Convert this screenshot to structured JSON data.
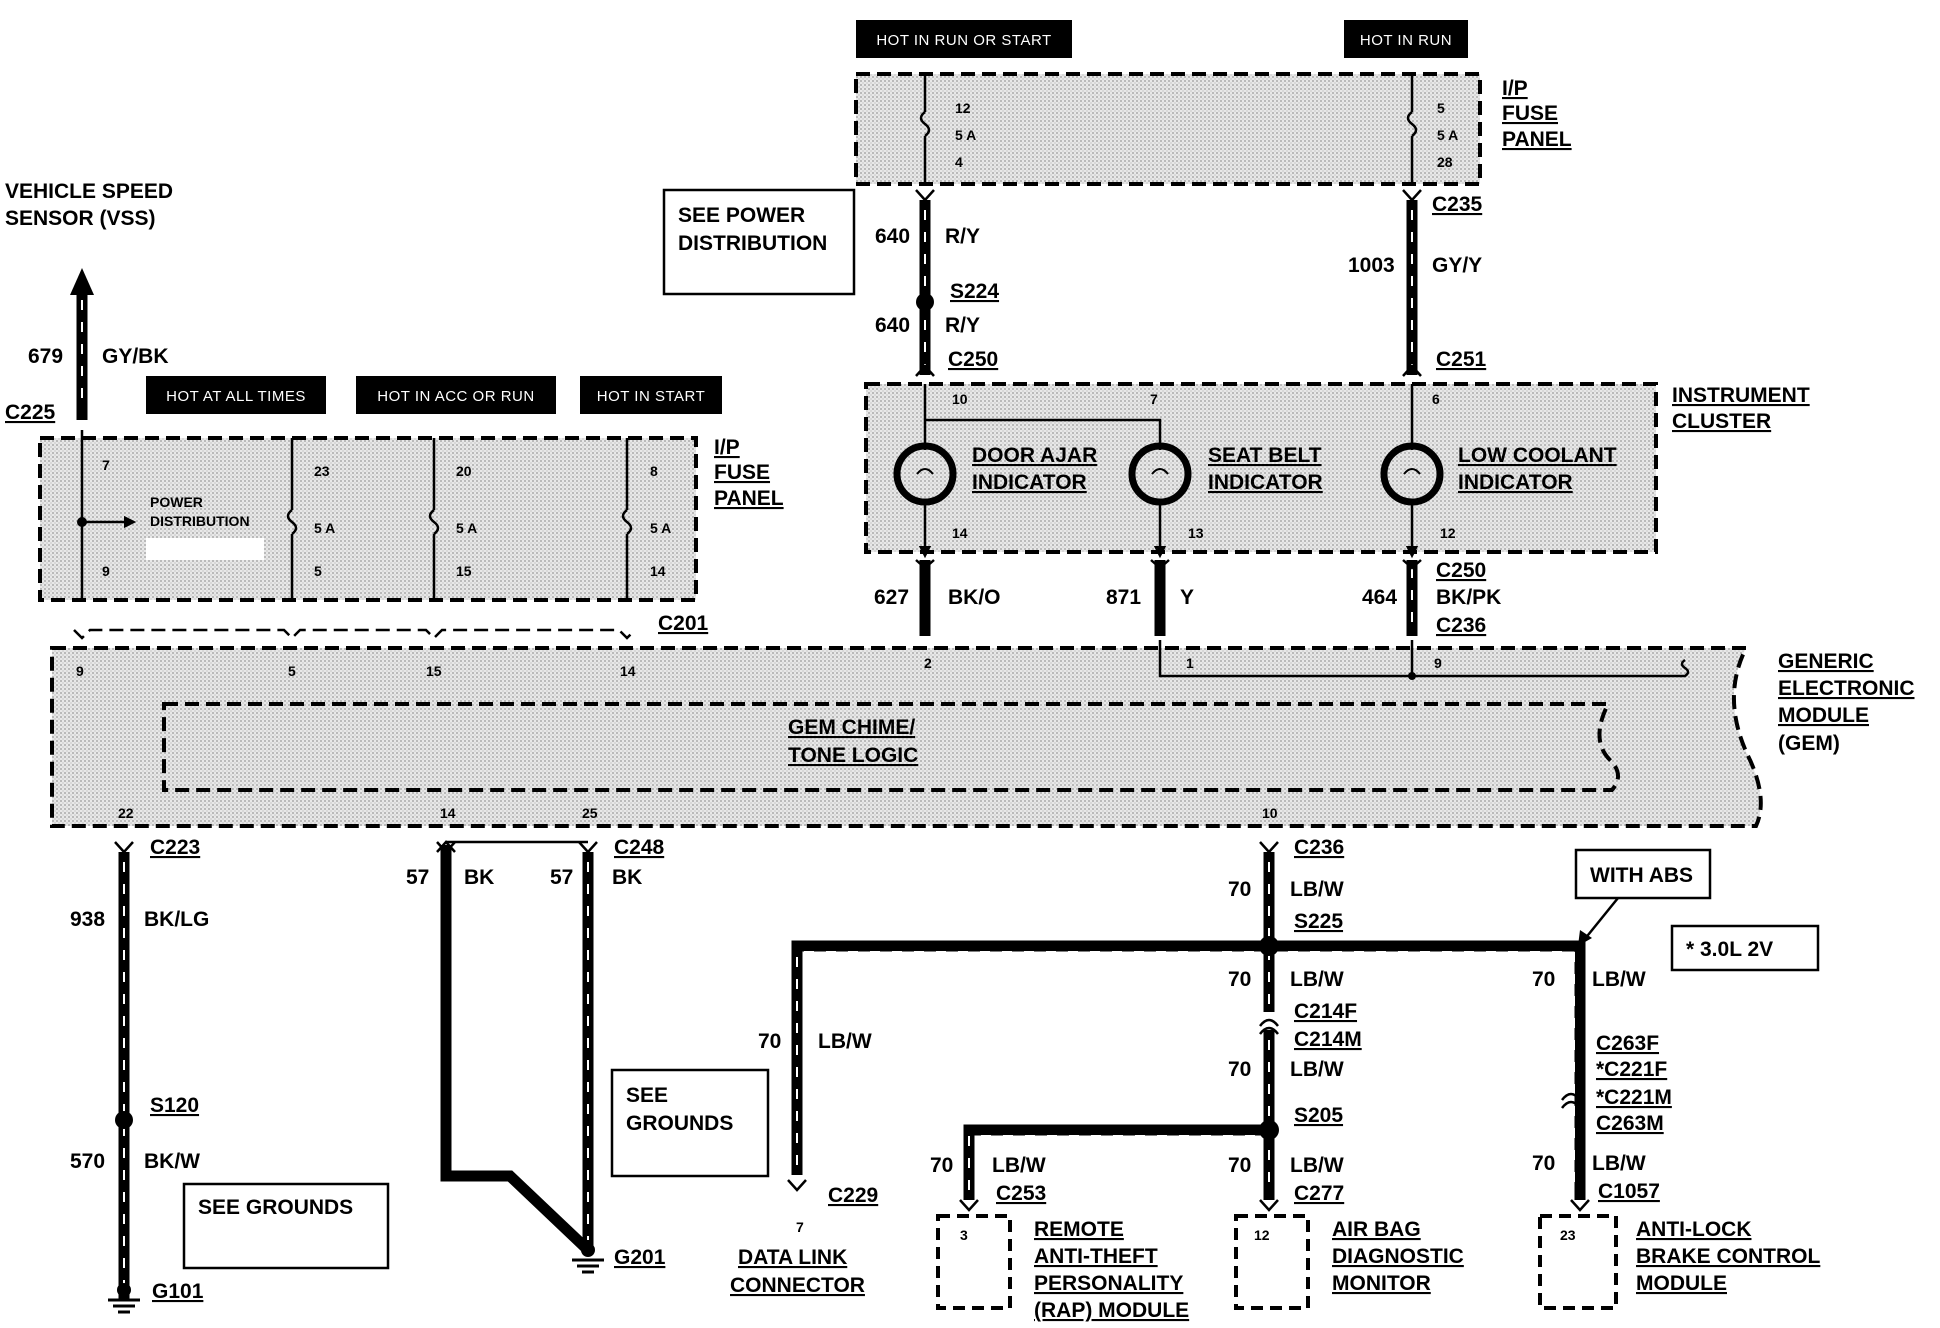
{
  "headers": {
    "hot_run_start": "HOT IN RUN OR START",
    "hot_run": "HOT IN RUN",
    "hot_all": "HOT AT ALL TIMES",
    "hot_acc_run": "HOT IN ACC OR RUN",
    "hot_start": "HOT IN START"
  },
  "top_fuse_panel": {
    "label1": "I/P",
    "label2": "FUSE",
    "label3": "PANEL",
    "fuse_a": {
      "top": "12",
      "rating": "5 A",
      "bottom": "4"
    },
    "fuse_b": {
      "top": "5",
      "rating": "5 A",
      "bottom": "28"
    }
  },
  "left_fuse_panel": {
    "label1": "I/P",
    "label2": "FUSE",
    "label3": "PANEL",
    "power_dist1": "POWER",
    "power_dist2": "DISTRIBUTION",
    "pin_top": "7",
    "pin_bottom": "9",
    "fuse_a": {
      "top": "23",
      "rating": "5 A",
      "bottom": "5"
    },
    "fuse_b": {
      "top": "20",
      "rating": "5 A",
      "bottom": "15"
    },
    "fuse_c": {
      "top": "8",
      "rating": "5 A",
      "bottom": "14"
    }
  },
  "vss": {
    "line1": "VEHICLE SPEED",
    "line2": "SENSOR (VSS)",
    "circuit": "679",
    "color": "GY/BK",
    "connector": "C225"
  },
  "see_power": {
    "line1": "SEE POWER",
    "line2": "DISTRIBUTION"
  },
  "wires": {
    "w640a": {
      "circuit": "640",
      "color": "R/Y"
    },
    "s224": "S224",
    "w640b": {
      "circuit": "640",
      "color": "R/Y"
    },
    "c235": "C235",
    "w1003": {
      "circuit": "1003",
      "color": "GY/Y"
    },
    "c250_top": "C250",
    "c251": "C251",
    "w627": {
      "circuit": "627",
      "color": "BK/O"
    },
    "w871": {
      "circuit": "871",
      "color": "Y"
    },
    "w464": {
      "circuit": "464",
      "color": "BK/PK"
    },
    "c250_bottom": "C250",
    "c236_top": "C236",
    "c201": "C201"
  },
  "cluster": {
    "label1": "INSTRUMENT",
    "label2": "CLUSTER",
    "door1": "DOOR AJAR",
    "door2": "INDICATOR",
    "seat1": "SEAT BELT",
    "seat2": "INDICATOR",
    "cool1": "LOW COOLANT",
    "cool2": "INDICATOR",
    "pins": {
      "p10": "10",
      "p7": "7",
      "p6": "6",
      "p14": "14",
      "p13": "13",
      "p12": "12"
    }
  },
  "gem": {
    "label1": "GENERIC",
    "label2": "ELECTRONIC",
    "label3": "MODULE",
    "label4": "(GEM)",
    "logic1": "GEM CHIME/",
    "logic2": "TONE LOGIC",
    "pins_top": {
      "p9": "9",
      "p5": "5",
      "p15": "15",
      "p14": "14",
      "p2": "2",
      "p1": "1",
      "p9b": "9"
    },
    "pins_bottom": {
      "p22": "22",
      "p14": "14",
      "p25": "25",
      "p10": "10"
    }
  },
  "lower": {
    "c223": "C223",
    "w938": {
      "circuit": "938",
      "color": "BK/LG"
    },
    "s120": "S120",
    "w570": {
      "circuit": "570",
      "color": "BK/W"
    },
    "g101": "G101",
    "see_grounds_left": "SEE GROUNDS",
    "c248": "C248",
    "w57a": {
      "circuit": "57",
      "color": "BK"
    },
    "w57b": {
      "circuit": "57",
      "color": "BK"
    },
    "see_grounds_mid1": "SEE",
    "see_grounds_mid2": "GROUNDS",
    "g201": "G201",
    "c236": "C236",
    "w70_top": {
      "circuit": "70",
      "color": "LB/W"
    },
    "s225": "S225",
    "w70_left": {
      "circuit": "70",
      "color": "LB/W"
    },
    "c229": "C229",
    "dlc1": "DATA LINK",
    "dlc2": "CONNECTOR",
    "dlc_pin": "7",
    "w70_c": {
      "circuit": "70",
      "color": "LB/W"
    },
    "c214f": "C214F",
    "c214m": "C214M",
    "w70_d": {
      "circuit": "70",
      "color": "LB/W"
    },
    "s205": "S205",
    "w70_rap": {
      "circuit": "70",
      "color": "LB/W"
    },
    "c253": "C253",
    "rap1": "REMOTE",
    "rap2": "ANTI-THEFT",
    "rap3": "PERSONALITY",
    "rap4": "(RAP) MODULE",
    "rap_pin": "3",
    "w70_air": {
      "circuit": "70",
      "color": "LB/W"
    },
    "c277": "C277",
    "air1": "AIR BAG",
    "air2": "DIAGNOSTIC",
    "air3": "MONITOR",
    "air_pin": "12",
    "with_abs": "WITH ABS",
    "note": "*   3.0L 2V",
    "w70_abs": {
      "circuit": "70",
      "color": "LB/W"
    },
    "c263f": "C263F",
    "c221f": "*C221F",
    "c221m": "*C221M",
    "c263m": "C263M",
    "w70_abs2": {
      "circuit": "70",
      "color": "LB/W"
    },
    "c1057": "C1057",
    "abs1": "ANTI-LOCK",
    "abs2": "BRAKE CONTROL",
    "abs3": "MODULE",
    "abs_pin": "23"
  }
}
